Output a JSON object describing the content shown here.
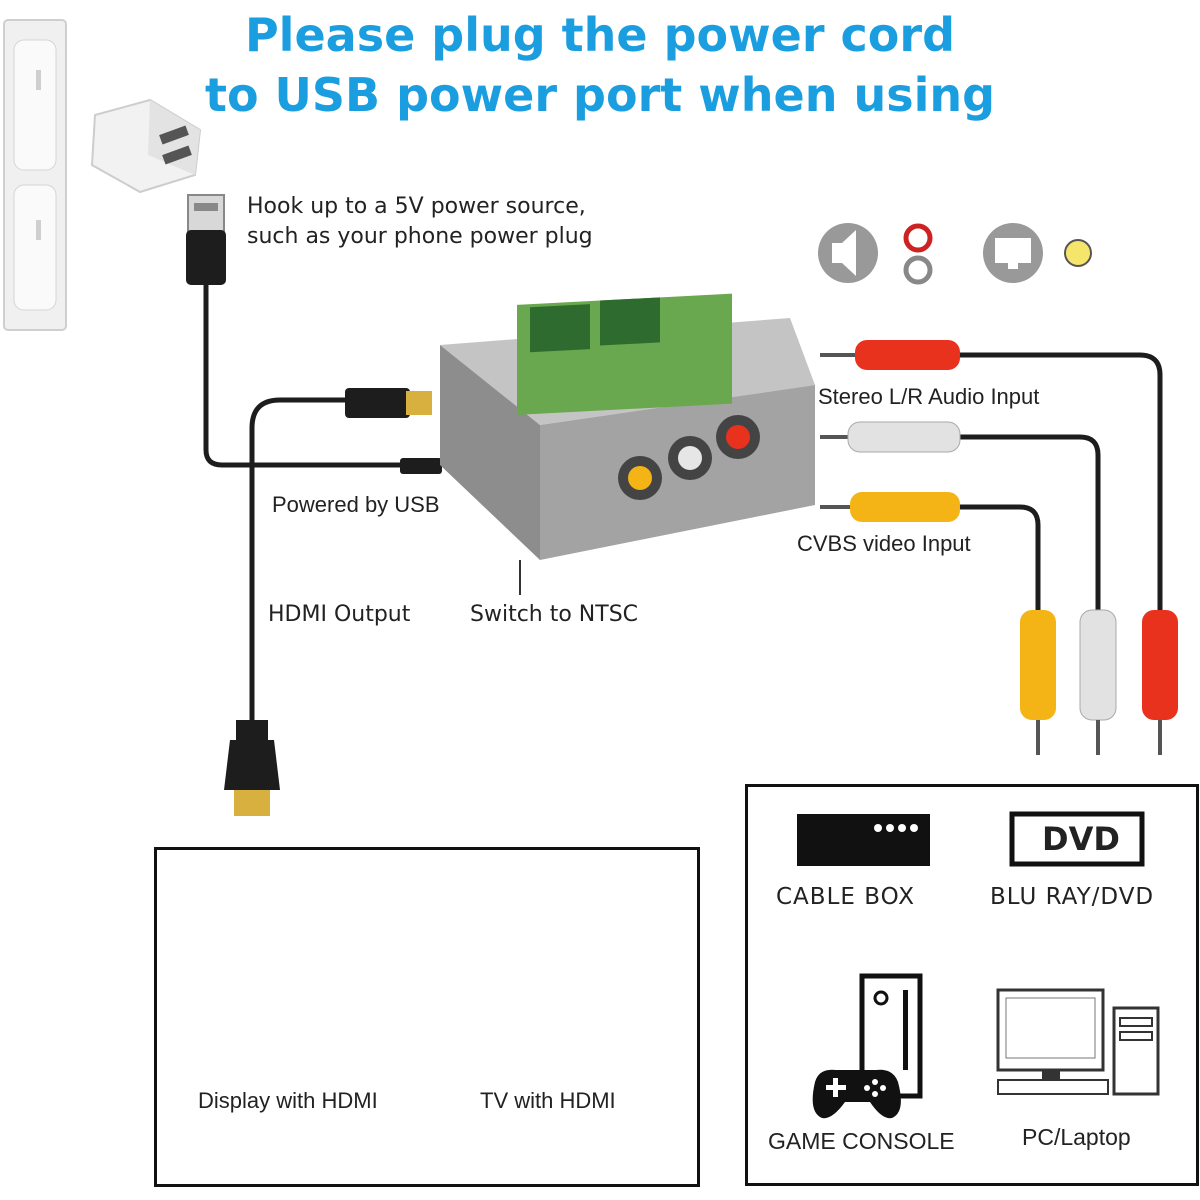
{
  "headline": {
    "line1": "Please plug the power cord",
    "line2": "to USB power port when using"
  },
  "labels": {
    "power_hint_line1": "Hook up to a 5V power source,",
    "power_hint_line2": "such as your phone power plug",
    "powered_by_usb": "Powered by USB",
    "hdmi_output": "HDMI Output",
    "switch_ntsc": "Switch to NTSC",
    "stereo_audio": "Stereo L/R Audio Input",
    "cvbs_video": "CVBS video Input"
  },
  "outputs": {
    "display": "Display with HDMI",
    "tv": "TV with HDMI"
  },
  "sources": {
    "cable_box": "CABLE BOX",
    "dvd_logo": "DVD",
    "bluray": "BLU RAY/DVD",
    "console": "GAME CONSOLE",
    "pc": "PC/Laptop"
  },
  "colors": {
    "headline": "#1a9ee0",
    "rca_red": "#e8321e",
    "rca_white": "#e6e6e6",
    "rca_yellow": "#f5b416",
    "device_gray": "#9a9a9a"
  },
  "icons": [
    "wall-outlet-icon",
    "usb-charger-icon",
    "usb-plug-icon",
    "hdmi-plug-icon",
    "speaker-icon",
    "monitor-icon",
    "display-icon",
    "tv-icon",
    "cable-box-icon",
    "dvd-player-icon",
    "game-console-icon",
    "gamepad-icon",
    "pc-icon"
  ]
}
